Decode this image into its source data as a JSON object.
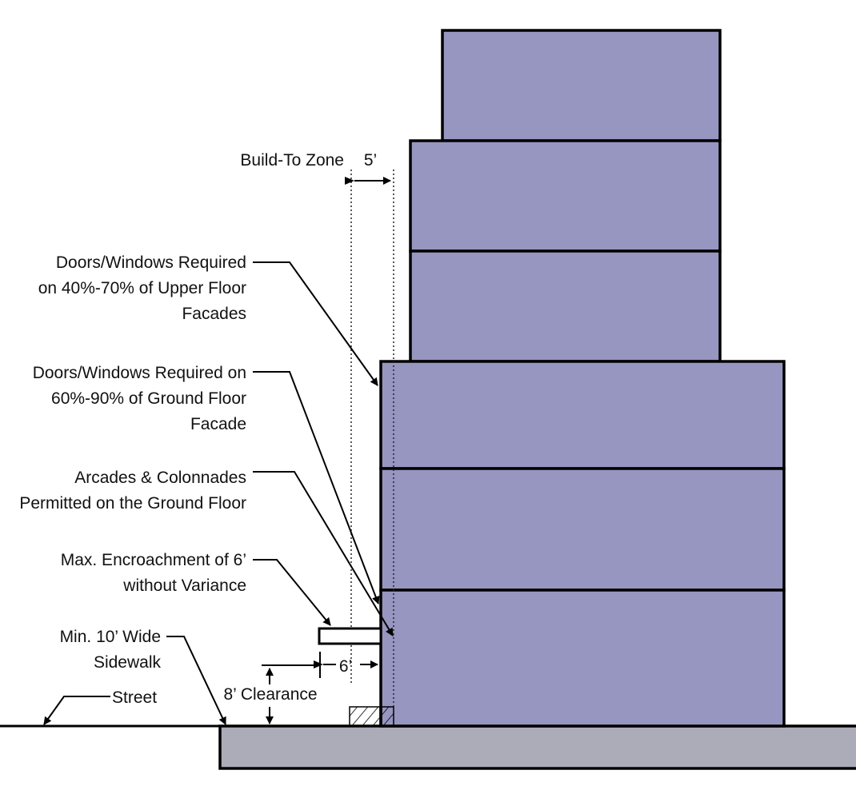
{
  "diagram": {
    "title": "Build-To Zone Street Frontage Requirements",
    "colors": {
      "building_fill": "#9796c0",
      "sidewalk_fill": "#acabb8",
      "outline": "#000000",
      "text": "#111111"
    },
    "dimensions": {
      "build_to_zone_label": "Build-To Zone",
      "build_to_zone_value": "5’",
      "encroachment_value": "6’",
      "clearance_label": "8’ Clearance"
    },
    "callouts": {
      "upper_floor": [
        "Doors/Windows Required",
        "on 40%-70% of Upper Floor",
        "Facades"
      ],
      "ground_floor": [
        "Doors/Windows Required on",
        "60%-90% of Ground Floor",
        "Facade"
      ],
      "arcades": [
        "Arcades & Colonnades",
        "Permitted on the Ground Floor"
      ],
      "encroachment": [
        "Max. Encroachment of 6’",
        "without Variance"
      ],
      "sidewalk": [
        "Min. 10’ Wide",
        "Sidewalk"
      ],
      "street": "Street"
    },
    "building": {
      "upper_tiers": 3,
      "ground_tiers": 3
    }
  }
}
